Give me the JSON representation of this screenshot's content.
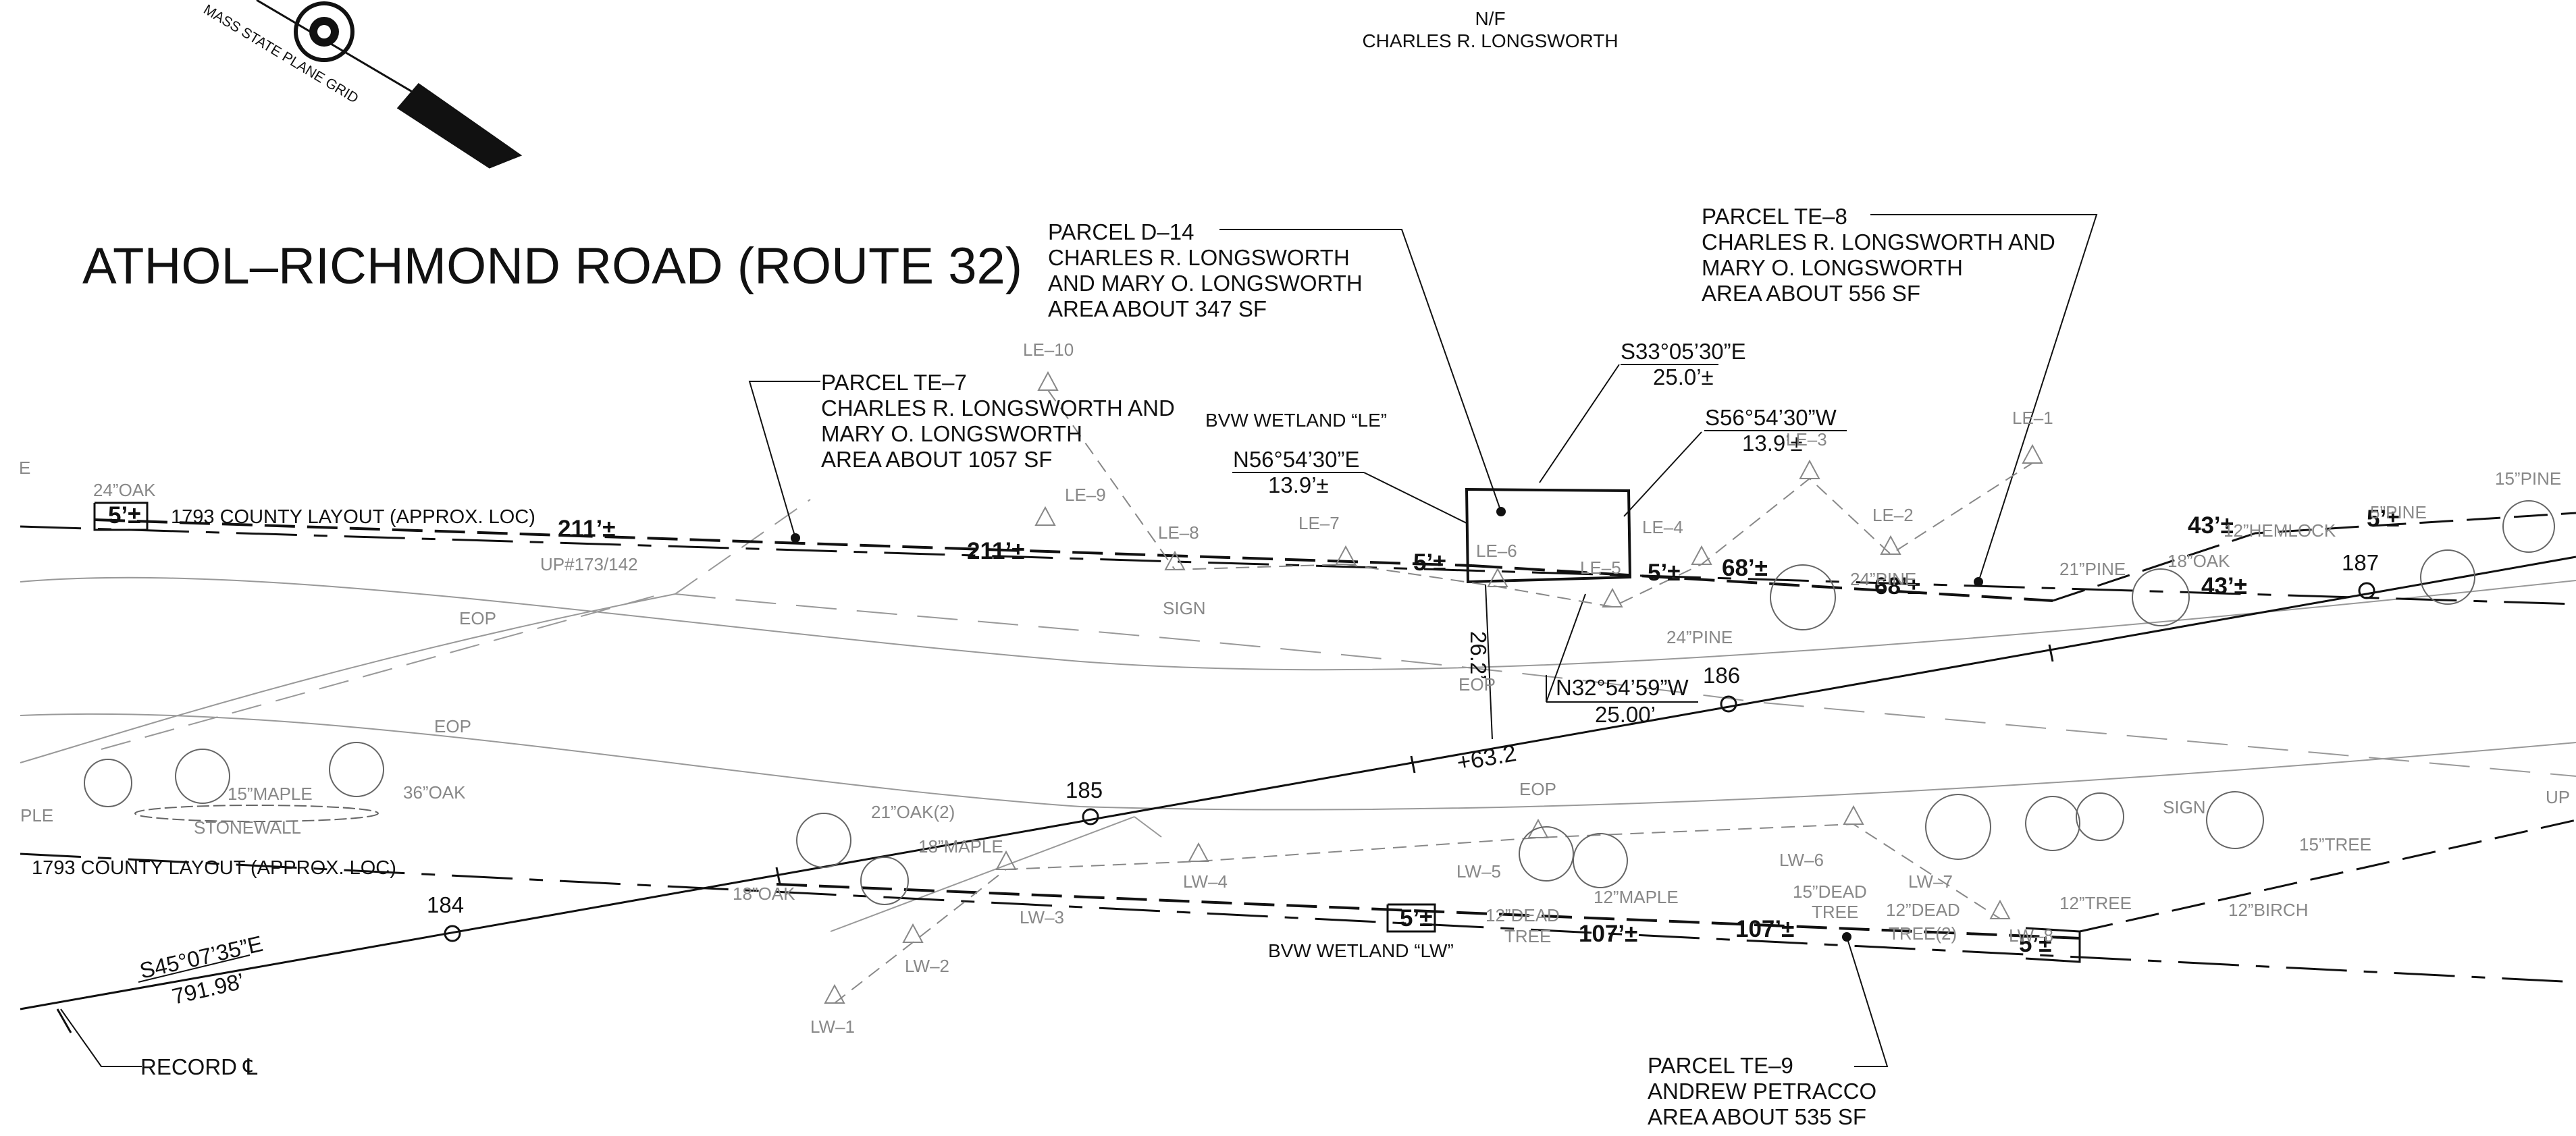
{
  "north_arrow": {
    "grid_label": "MASS STATE PLANE GRID"
  },
  "road_title": "ATHOL–RICHMOND ROAD (ROUTE 32)",
  "owner_nf": {
    "line1": "N/F",
    "line2": "CHARLES R. LONGSWORTH"
  },
  "parcels": [
    {
      "lines": [
        "PARCEL D–14",
        "CHARLES R. LONGSWORTH",
        "AND MARY O. LONGSWORTH",
        "AREA ABOUT 347 SF"
      ]
    },
    {
      "lines": [
        "PARCEL TE–8",
        "CHARLES R. LONGSWORTH AND",
        "MARY O. LONGSWORTH",
        "AREA ABOUT 556 SF"
      ]
    },
    {
      "lines": [
        "PARCEL TE–7",
        "CHARLES R. LONGSWORTH AND",
        "MARY O. LONGSWORTH",
        "AREA ABOUT 1057 SF"
      ]
    },
    {
      "lines": [
        "PARCEL TE–9",
        "ANDREW PETRACCO",
        "AREA ABOUT 535 SF"
      ]
    }
  ],
  "bearings": {
    "b1": {
      "bearing": "S33°05’30”E",
      "dist": "25.0’±"
    },
    "b2": {
      "bearing": "S56°54’30”W",
      "dist": "13.9’±"
    },
    "b3": {
      "bearing": "N56°54’30”E",
      "dist": "13.9’±"
    },
    "b4": {
      "bearing": "N32°54’59”W",
      "dist": "25.00’"
    },
    "b5": {
      "bearing": "S45°07’35”E",
      "dist": "791.98’"
    }
  },
  "wetlands": {
    "le": "BVW WETLAND “LE”",
    "lw": "BVW WETLAND “LW”"
  },
  "layout_labels": {
    "north": "1793 COUNTY LAYOUT (APPROX. LOC)",
    "south": "1793 COUNTY LAYOUT (APPROX. LOC)"
  },
  "record": "RECORD ℄",
  "stations": {
    "s184": "184",
    "s185": "185",
    "s186": "186",
    "s187": "187",
    "plus": "+63.2",
    "offset": "26.2’"
  },
  "dims": {
    "d1": "5’±",
    "d2": "211’±",
    "d3": "211’±",
    "d4": "5’±",
    "d5": "5’±",
    "d6": "68’±",
    "d7": "68’±",
    "d8": "43’±",
    "d9": "43’±",
    "d10": "5’±",
    "d11": "5’±",
    "d12": "107’±",
    "d13": "107’±",
    "d14": "5’±"
  },
  "markers": [
    "LE–10",
    "LE–9",
    "LE–8",
    "LE–7",
    "LE–6",
    "LE–5",
    "LE–4",
    "LE–3",
    "LE–2",
    "LE–1",
    "LW–1",
    "LW–2",
    "LW–3",
    "LW–4",
    "LW–5",
    "LW–6",
    "LW–7",
    "LW–8"
  ],
  "features": {
    "oak24": "24”OAK",
    "up": "UP#173/142",
    "eop1": "EOP",
    "eop2": "EOP",
    "eop3": "EOP",
    "eop4": "EOP",
    "sign1": "SIGN",
    "sign2": "SIGN",
    "pine24a": "24”PINE",
    "pine24b": "24”PINE",
    "pine21": "21”PINE",
    "oak18a": "18”OAK",
    "hemlock": "12”HEMLOCK",
    "pine5": "5”PINE",
    "pine15": "15”PINE",
    "maple15": "15”MAPLE",
    "oak36": "36”OAK",
    "stonewall": "STONEWALL",
    "ple": "PLE",
    "oak21": "21”OAK(2)",
    "maple18": "18”MAPLE",
    "oak18b": "18”OAK",
    "deadtree12a": "12”DEAD",
    "tree_a": "TREE",
    "maple12": "12”MAPLE",
    "deadtree15": "15”DEAD",
    "tree_b": "TREE",
    "deadtree12b": "12”DEAD",
    "tree2": "TREE(2)",
    "tree12": "12”TREE",
    "birch12": "12”BIRCH",
    "tree15": "15”TREE",
    "up2": "UP",
    "e": "E"
  }
}
